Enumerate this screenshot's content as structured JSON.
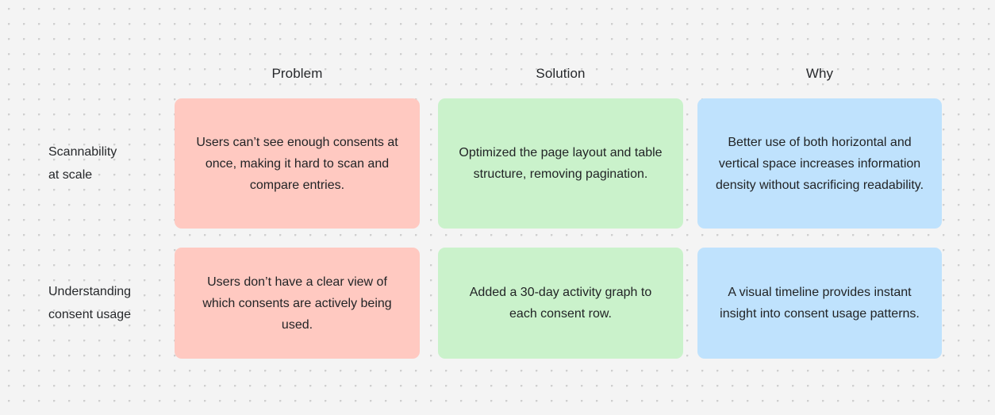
{
  "board": {
    "background_color": "#f4f4f4",
    "dot_color": "#cfcfcf"
  },
  "columns": [
    {
      "id": "problem",
      "label": "Problem",
      "color": "#ffc9c1"
    },
    {
      "id": "solution",
      "label": "Solution",
      "color": "#caf2cb"
    },
    {
      "id": "why",
      "label": "Why",
      "color": "#bfe2fd"
    }
  ],
  "rows": [
    {
      "id": "scannability-at-scale",
      "label_line1": "Scannability",
      "label_line2": "at scale",
      "problem": "Users can’t see enough consents at once, making it hard to scan and compare entries.",
      "solution": "Optimized the page layout and table structure, removing pagination.",
      "why": "Better use of both horizontal and vertical space increases information density without sacrificing readability."
    },
    {
      "id": "understanding-consent-usage",
      "label_line1": "Understanding",
      "label_line2": "consent usage",
      "problem": "Users don’t have a clear view of which consents are actively being used.",
      "solution": "Added a 30-day activity graph to each consent row.",
      "why": "A visual timeline provides instant insight into consent usage patterns."
    }
  ]
}
